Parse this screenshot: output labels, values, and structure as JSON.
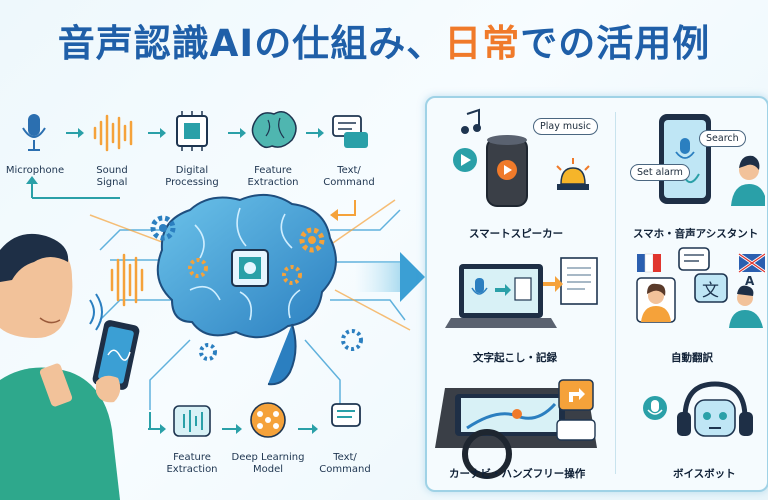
{
  "title": {
    "part1": "音声認識AIの仕組み、",
    "part2": "日常",
    "part3": "での活用例"
  },
  "pipeline_top": {
    "steps": [
      "Microphone",
      "Sound\nSignal",
      "Digital\nProcessing",
      "Feature\nExtraction",
      "Text/\nCommand"
    ]
  },
  "pipeline_bottom": {
    "steps": [
      "Feature\nExtraction",
      "Deep Learning\nModel",
      "Text/\nCommand"
    ]
  },
  "use_cases": {
    "smart_speaker": {
      "label": "スマートスピーカー",
      "bubble": "Play music"
    },
    "phone_assistant": {
      "label": "スマホ・音声アシスタント",
      "bubble_search": "Search",
      "bubble_alarm": "Set alarm"
    },
    "transcription": {
      "label": "文字起こし・記録"
    },
    "translation": {
      "label": "自動翻訳",
      "glyph": "文",
      "glyph_latin": "A"
    },
    "car_navigation": {
      "label": "カーナビ・ハンズフリー操作"
    },
    "voicebot": {
      "label": "ボイスボット"
    }
  },
  "colors": {
    "title_blue": "#1f5fa8",
    "title_orange": "#f07a2a",
    "brain_blue": "#4aa3d8",
    "accent_teal": "#2aa0a8",
    "accent_orange": "#f5a23a"
  }
}
